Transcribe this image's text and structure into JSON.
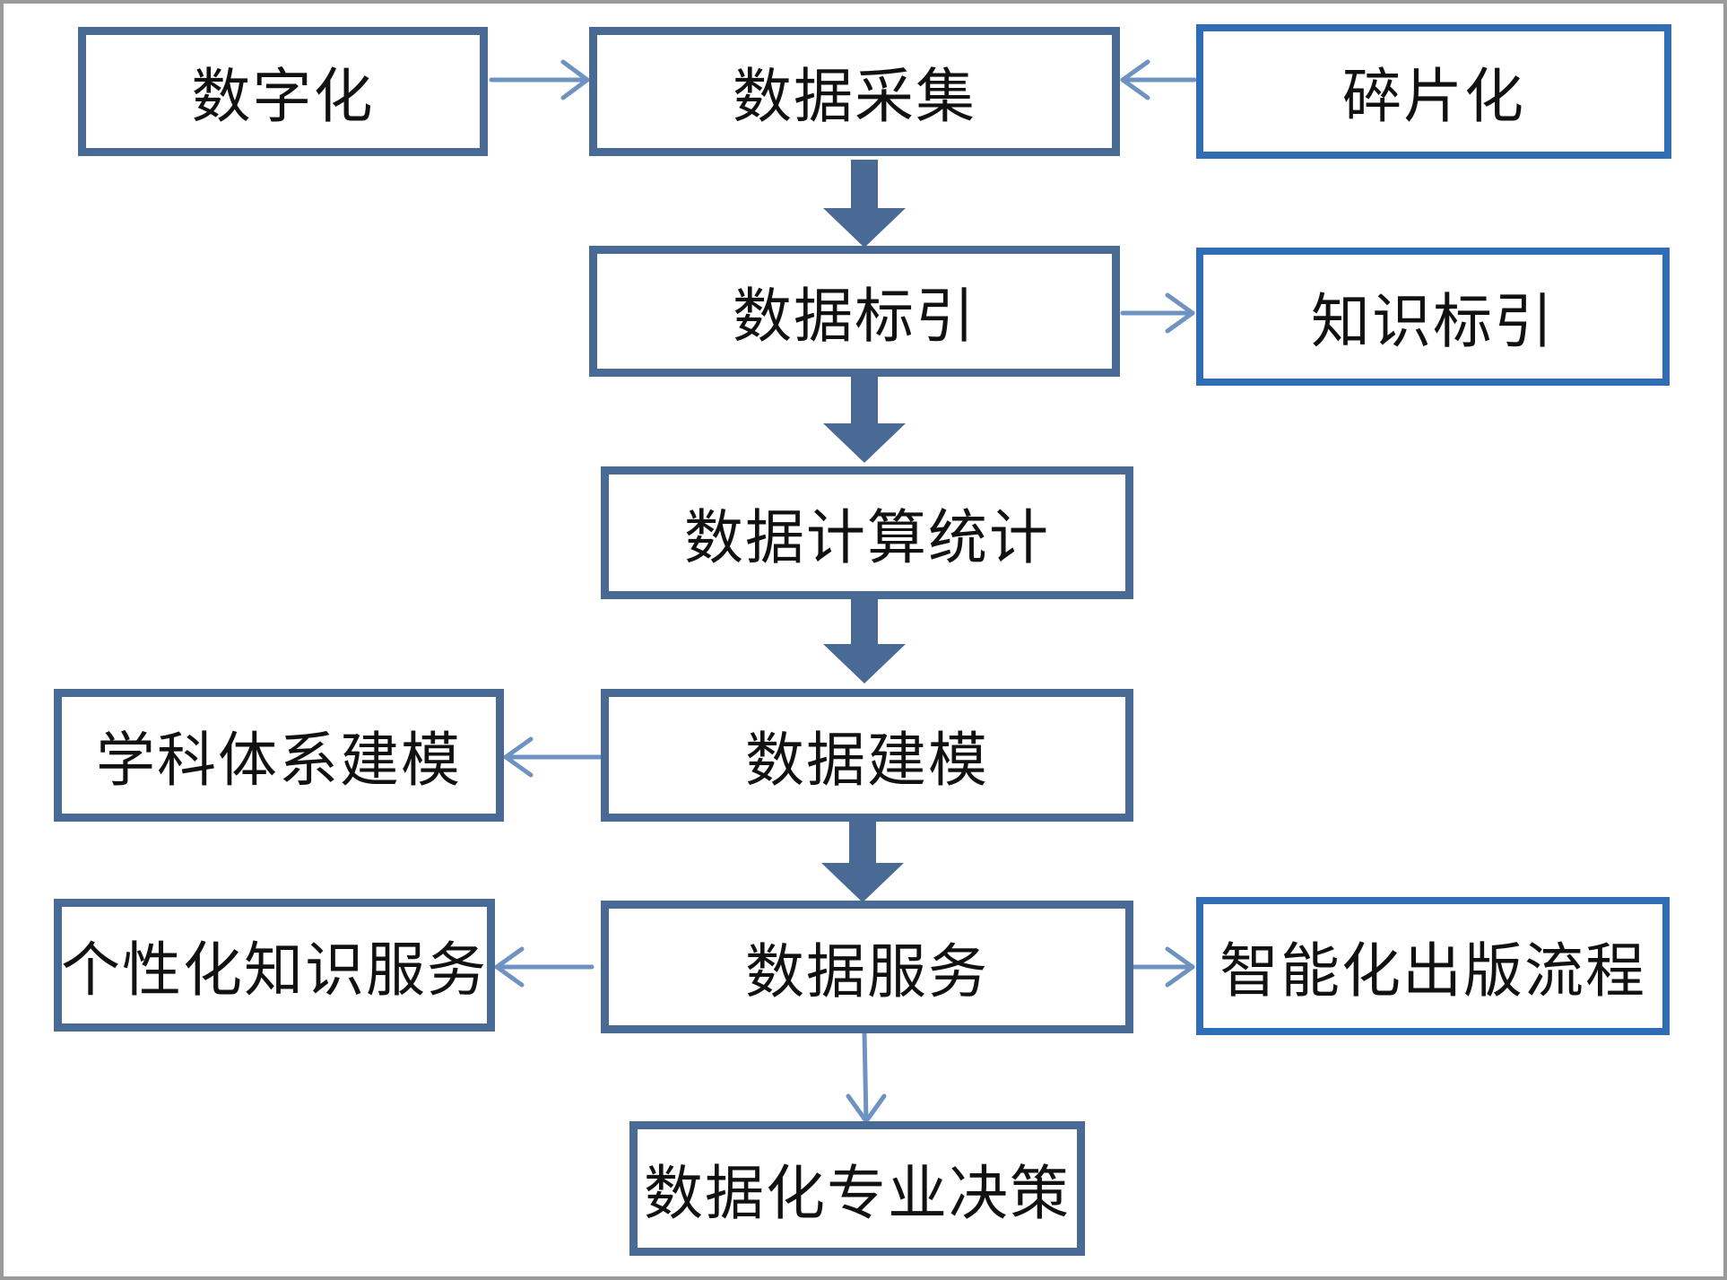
{
  "diagram": {
    "nodes": {
      "digitize": "数字化",
      "data_collection": "数据采集",
      "fragmentation": "碎片化",
      "data_indexing": "数据标引",
      "knowledge_indexing": "知识标引",
      "data_computation": "数据计算统计",
      "data_modeling": "数据建模",
      "discipline_modeling": "学科体系建模",
      "data_service": "数据服务",
      "personalized_service": "个性化知识服务",
      "smart_publishing": "智能化出版流程",
      "professional_decision": "数据化专业决策"
    },
    "edges": [
      {
        "from": "digitize",
        "to": "data_collection"
      },
      {
        "from": "fragmentation",
        "to": "data_collection"
      },
      {
        "from": "data_collection",
        "to": "data_indexing"
      },
      {
        "from": "data_indexing",
        "to": "knowledge_indexing"
      },
      {
        "from": "data_indexing",
        "to": "data_computation"
      },
      {
        "from": "data_computation",
        "to": "data_modeling"
      },
      {
        "from": "data_modeling",
        "to": "discipline_modeling"
      },
      {
        "from": "data_modeling",
        "to": "data_service"
      },
      {
        "from": "data_service",
        "to": "personalized_service"
      },
      {
        "from": "data_service",
        "to": "smart_publishing"
      },
      {
        "from": "data_service",
        "to": "professional_decision"
      }
    ],
    "colors": {
      "main_border": "#4a6a96",
      "side_border": "#2f6db5",
      "arrow": "#6f93c0",
      "thick_arrow": "#4a6a96"
    }
  }
}
